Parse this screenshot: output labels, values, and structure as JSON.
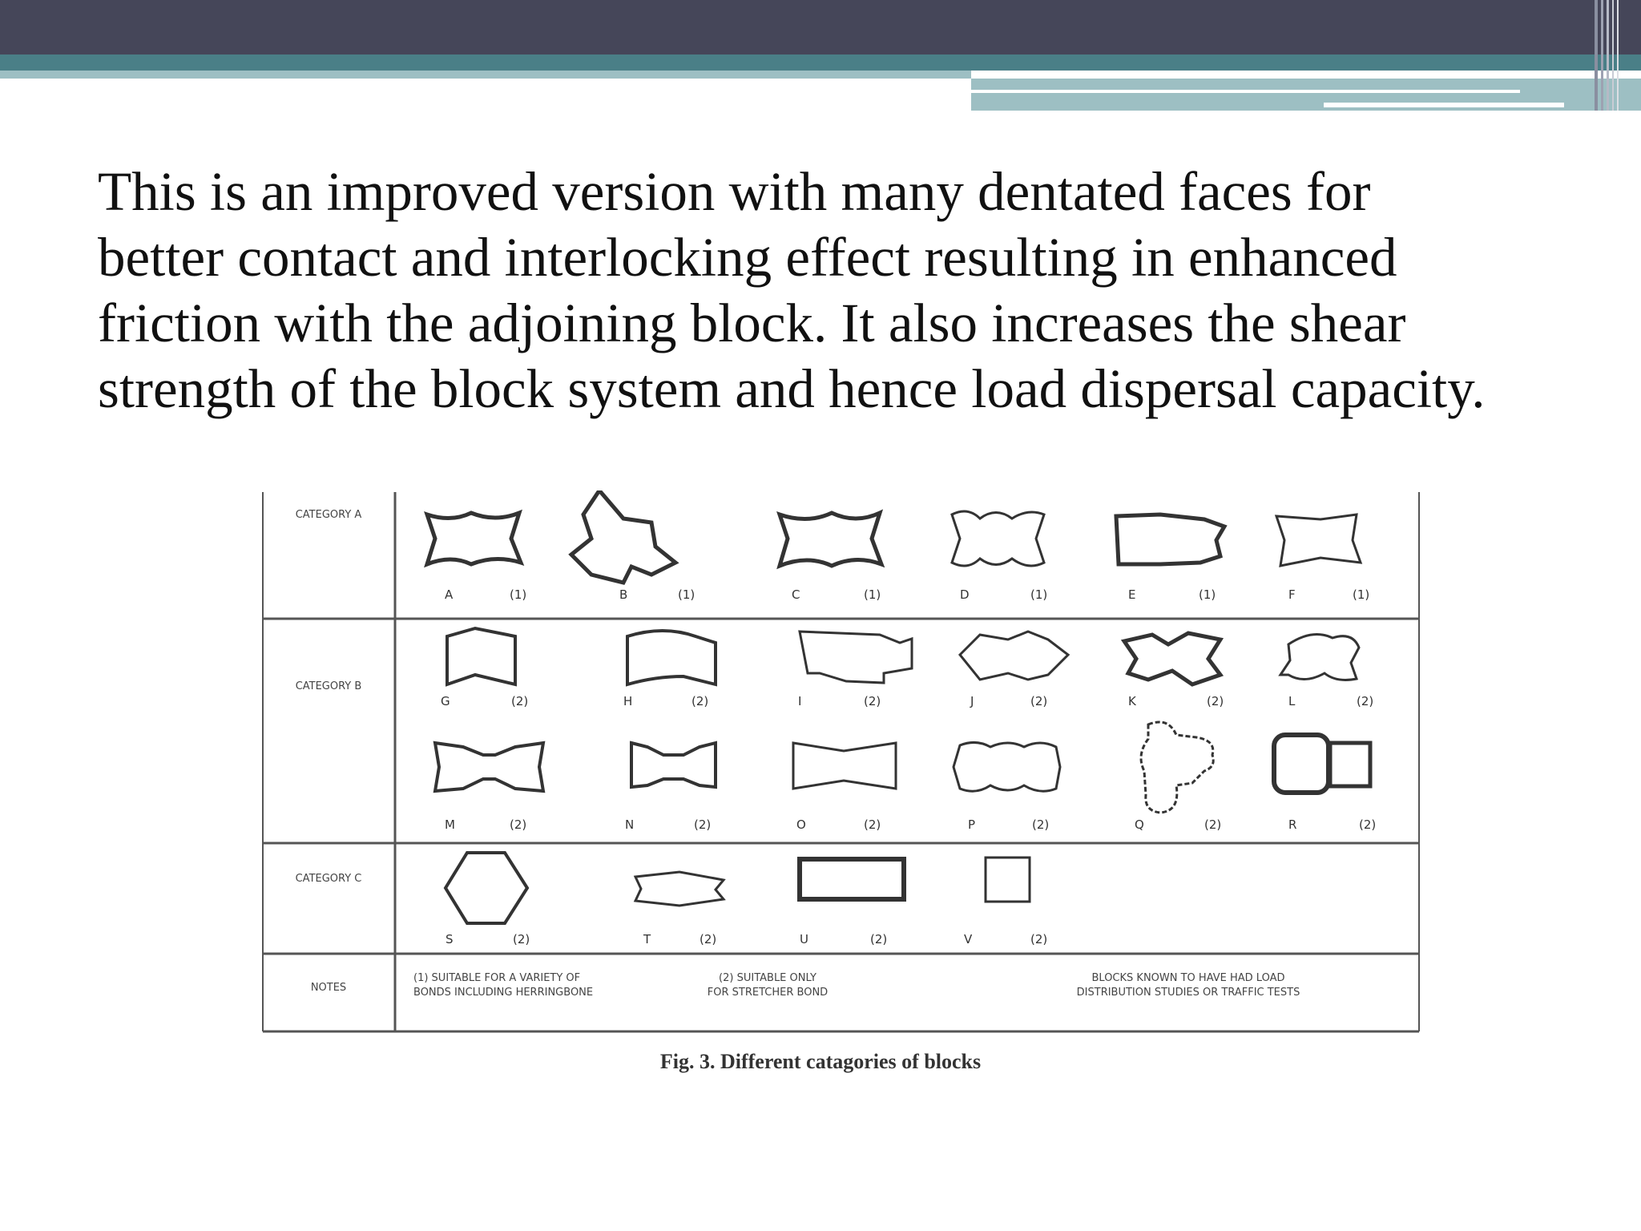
{
  "paragraph": {
    "lines": [
      "This is an improved version with many dentated faces for",
      "better contact and interlocking effect resulting in enhanced",
      "friction with the adjoining block. It also increases the shear",
      "strength of the block system and hence load dispersal capacity."
    ]
  },
  "figure": {
    "categories": {
      "a": "CATEGORY A",
      "b": "CATEGORY B",
      "c": "CATEGORY C",
      "notes": "NOTES"
    },
    "row_a": [
      {
        "letter": "A",
        "note": "(1)"
      },
      {
        "letter": "B",
        "note": "(1)"
      },
      {
        "letter": "C",
        "note": "(1)"
      },
      {
        "letter": "D",
        "note": "(1)"
      },
      {
        "letter": "E",
        "note": "(1)"
      },
      {
        "letter": "F",
        "note": "(1)"
      }
    ],
    "row_b1": [
      {
        "letter": "G",
        "note": "(2)"
      },
      {
        "letter": "H",
        "note": "(2)"
      },
      {
        "letter": "I",
        "note": "(2)"
      },
      {
        "letter": "J",
        "note": "(2)"
      },
      {
        "letter": "K",
        "note": "(2)"
      },
      {
        "letter": "L",
        "note": "(2)"
      }
    ],
    "row_b2": [
      {
        "letter": "M",
        "note": "(2)"
      },
      {
        "letter": "N",
        "note": "(2)"
      },
      {
        "letter": "O",
        "note": "(2)"
      },
      {
        "letter": "P",
        "note": "(2)"
      },
      {
        "letter": "Q",
        "note": "(2)"
      },
      {
        "letter": "R",
        "note": "(2)"
      }
    ],
    "row_c": [
      {
        "letter": "S",
        "note": "(2)"
      },
      {
        "letter": "T",
        "note": "(2)"
      },
      {
        "letter": "U",
        "note": "(2)"
      },
      {
        "letter": "V",
        "note": "(2)"
      }
    ],
    "notes": {
      "note1_line1": "(1) SUITABLE FOR A VARIETY OF",
      "note1_line2": "BONDS INCLUDING HERRINGBONE",
      "note2_line1": "(2) SUITABLE ONLY",
      "note2_line2": "FOR STRETCHER BOND",
      "note3_line1": "BLOCKS KNOWN TO HAVE HAD LOAD",
      "note3_line2": "DISTRIBUTION STUDIES OR TRAFFIC TESTS"
    },
    "caption": "Fig. 3. Different catagories of blocks"
  },
  "colors": {
    "header_dark": "#454659",
    "header_teal": "#4a7f87",
    "header_light": "#9dbfc3"
  }
}
